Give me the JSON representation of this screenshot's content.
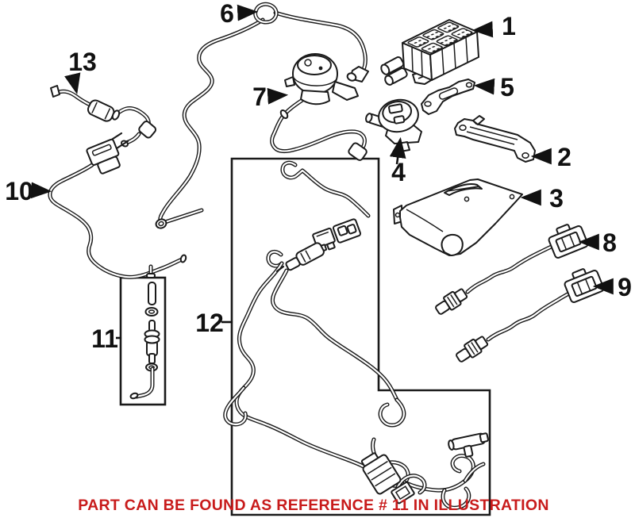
{
  "notice": {
    "text": "PART CAN BE FOUND AS REFERENCE # 11 IN ILLUSTRATION",
    "color": "#c81b1b"
  },
  "colors": {
    "background": "#ffffff",
    "line_art": "#1a1a1a",
    "callout_text": "#111111"
  },
  "callouts": [
    {
      "number": "1"
    },
    {
      "number": "2"
    },
    {
      "number": "3"
    },
    {
      "number": "4"
    },
    {
      "number": "5"
    },
    {
      "number": "6"
    },
    {
      "number": "7"
    },
    {
      "number": "8"
    },
    {
      "number": "9"
    },
    {
      "number": "10"
    },
    {
      "number": "11"
    },
    {
      "number": "12"
    },
    {
      "number": "13"
    }
  ]
}
